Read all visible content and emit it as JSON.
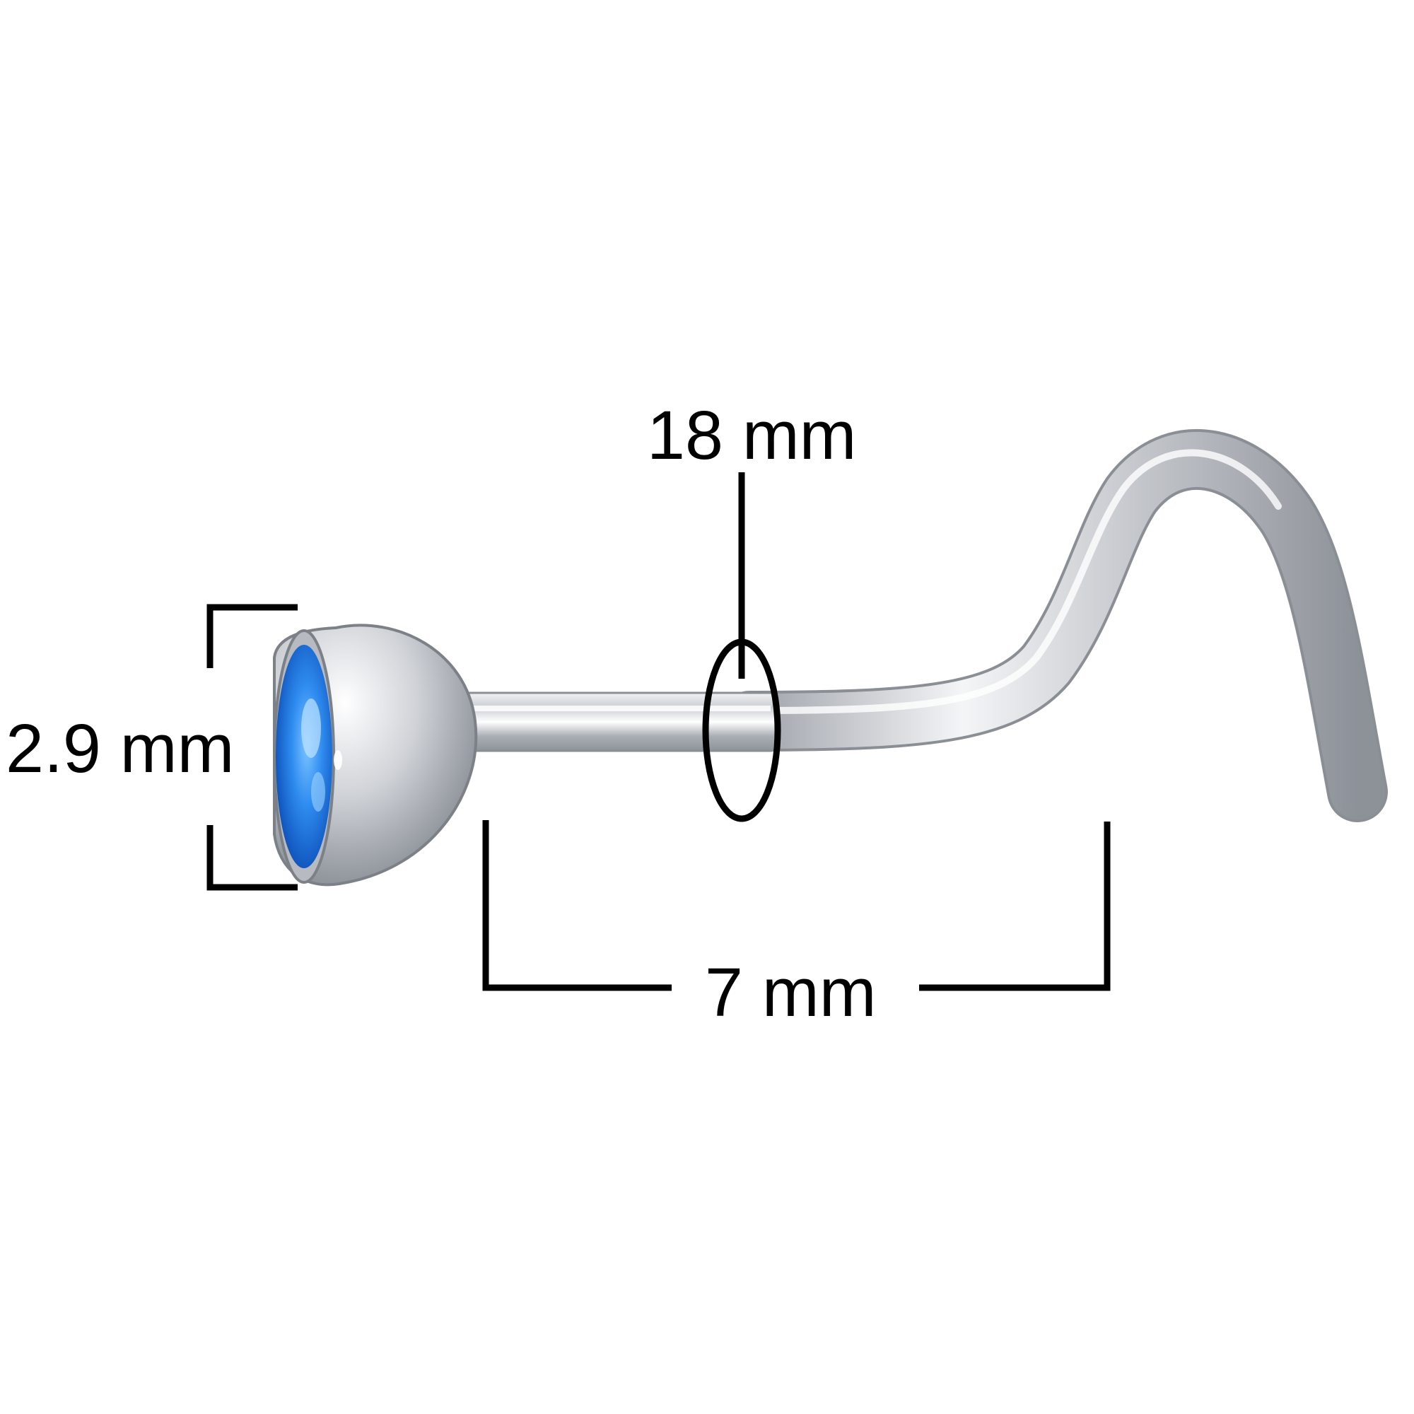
{
  "labels": {
    "gauge": "18 mm",
    "ball_diameter": "2.9 mm",
    "wearable_length": "7 mm"
  },
  "colors": {
    "background": "#ffffff",
    "dimension_lines": "#000000",
    "gem": "#1a78e6",
    "metal": "#c8ccd2"
  }
}
